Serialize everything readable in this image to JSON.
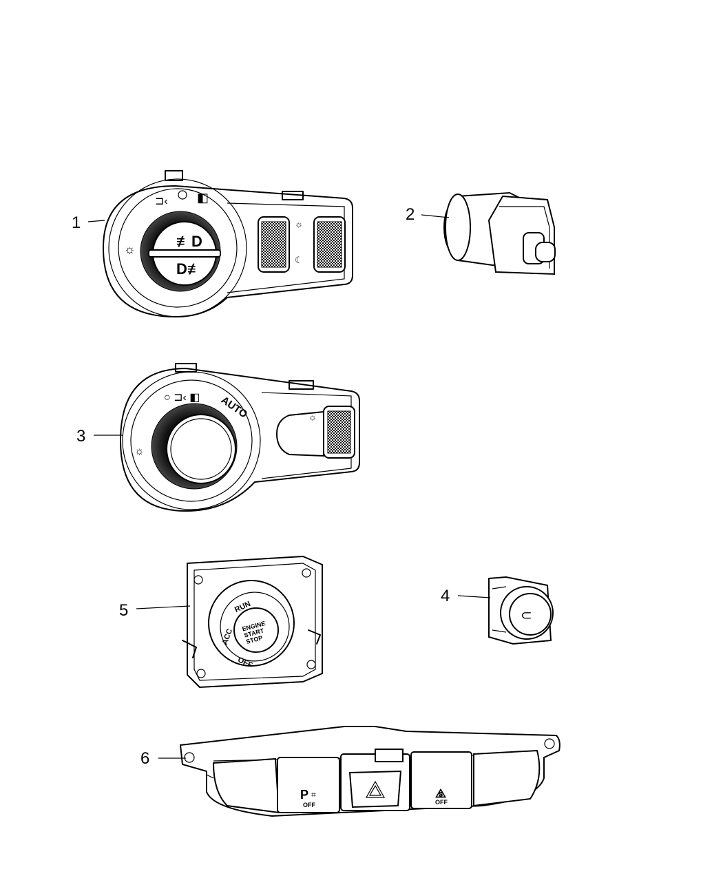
{
  "callouts": [
    {
      "id": "1",
      "label": "1"
    },
    {
      "id": "2",
      "label": "2"
    },
    {
      "id": "3",
      "label": "3"
    },
    {
      "id": "4",
      "label": "4"
    },
    {
      "id": "5",
      "label": "5"
    },
    {
      "id": "6",
      "label": "6"
    }
  ],
  "part3": {
    "auto_label": "AUTO"
  },
  "part5": {
    "run": "RUN",
    "acc": "ACC",
    "off": "OFF",
    "button_line1": "ENGINE",
    "button_line2": "START",
    "button_line3": "STOP"
  },
  "part6": {
    "park_letter": "P",
    "park_off": "OFF",
    "esc_off": "OFF"
  }
}
